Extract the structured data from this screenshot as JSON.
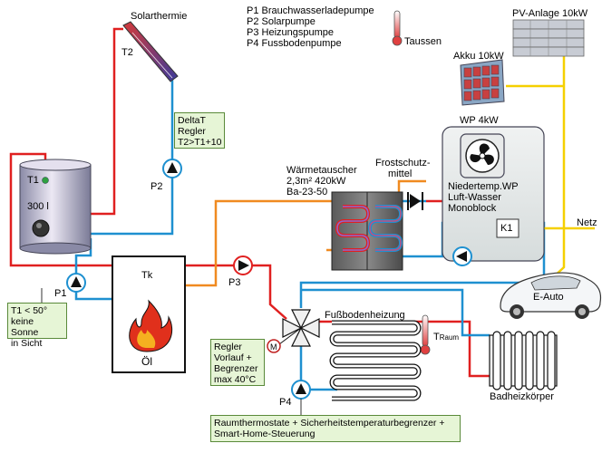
{
  "legend": {
    "p1": "P1 Brauchwasserladepumpe",
    "p2": "P2 Solarpumpe",
    "p3": "P3 Heizungspumpe",
    "p4": "P4 Fussbodenpumpe"
  },
  "labels": {
    "solarthermie": "Solarthermie",
    "t2": "T2",
    "taussen": "Taussen",
    "pv": "PV-Anlage 10kW",
    "akku": "Akku 10kW",
    "wp": "WP 4kW",
    "t1": "T1",
    "tank_volume": "300 l",
    "p2": "P2",
    "p1": "P1",
    "p3": "P3",
    "p4": "P4",
    "tk": "Tk",
    "oel": "Öl",
    "waermetauscher": [
      "Wärmetauscher",
      "2,3m² 420kW",
      "Ba-23-50"
    ],
    "frostschutz": [
      "Frostschutz-",
      "mittel"
    ],
    "wp_box": [
      "Niedertemp.WP",
      "Luft-Wasser",
      "Monoblock"
    ],
    "k1": "K1",
    "netz": "Netz",
    "eauto": "E-Auto",
    "fussbodenheizung": "Fußbodenheizung",
    "traum_t": "T",
    "traum_sub": "Raum",
    "m": "M",
    "badheizkoerper": "Badheizkörper"
  },
  "boxes": {
    "delta": [
      "DeltaT",
      "Regler",
      "T2>T1+10"
    ],
    "t1cond": [
      "T1 < 50°",
      "keine Sonne",
      "in Sicht"
    ],
    "regler": [
      "Regler",
      "Vorlauf +",
      "Begrenzer",
      "max 40°C"
    ],
    "raum": [
      "Raumthermostate + Sicherheitstemperaturbegrenzer +",
      "Smart-Home-Steuerung"
    ]
  },
  "colors": {
    "hot": "#e02020",
    "cold": "#1e90d0",
    "frost": "#f08a20",
    "electric": "#f5d000",
    "dark": "#1a1a1a",
    "note_bg": "#e6f5d6"
  }
}
